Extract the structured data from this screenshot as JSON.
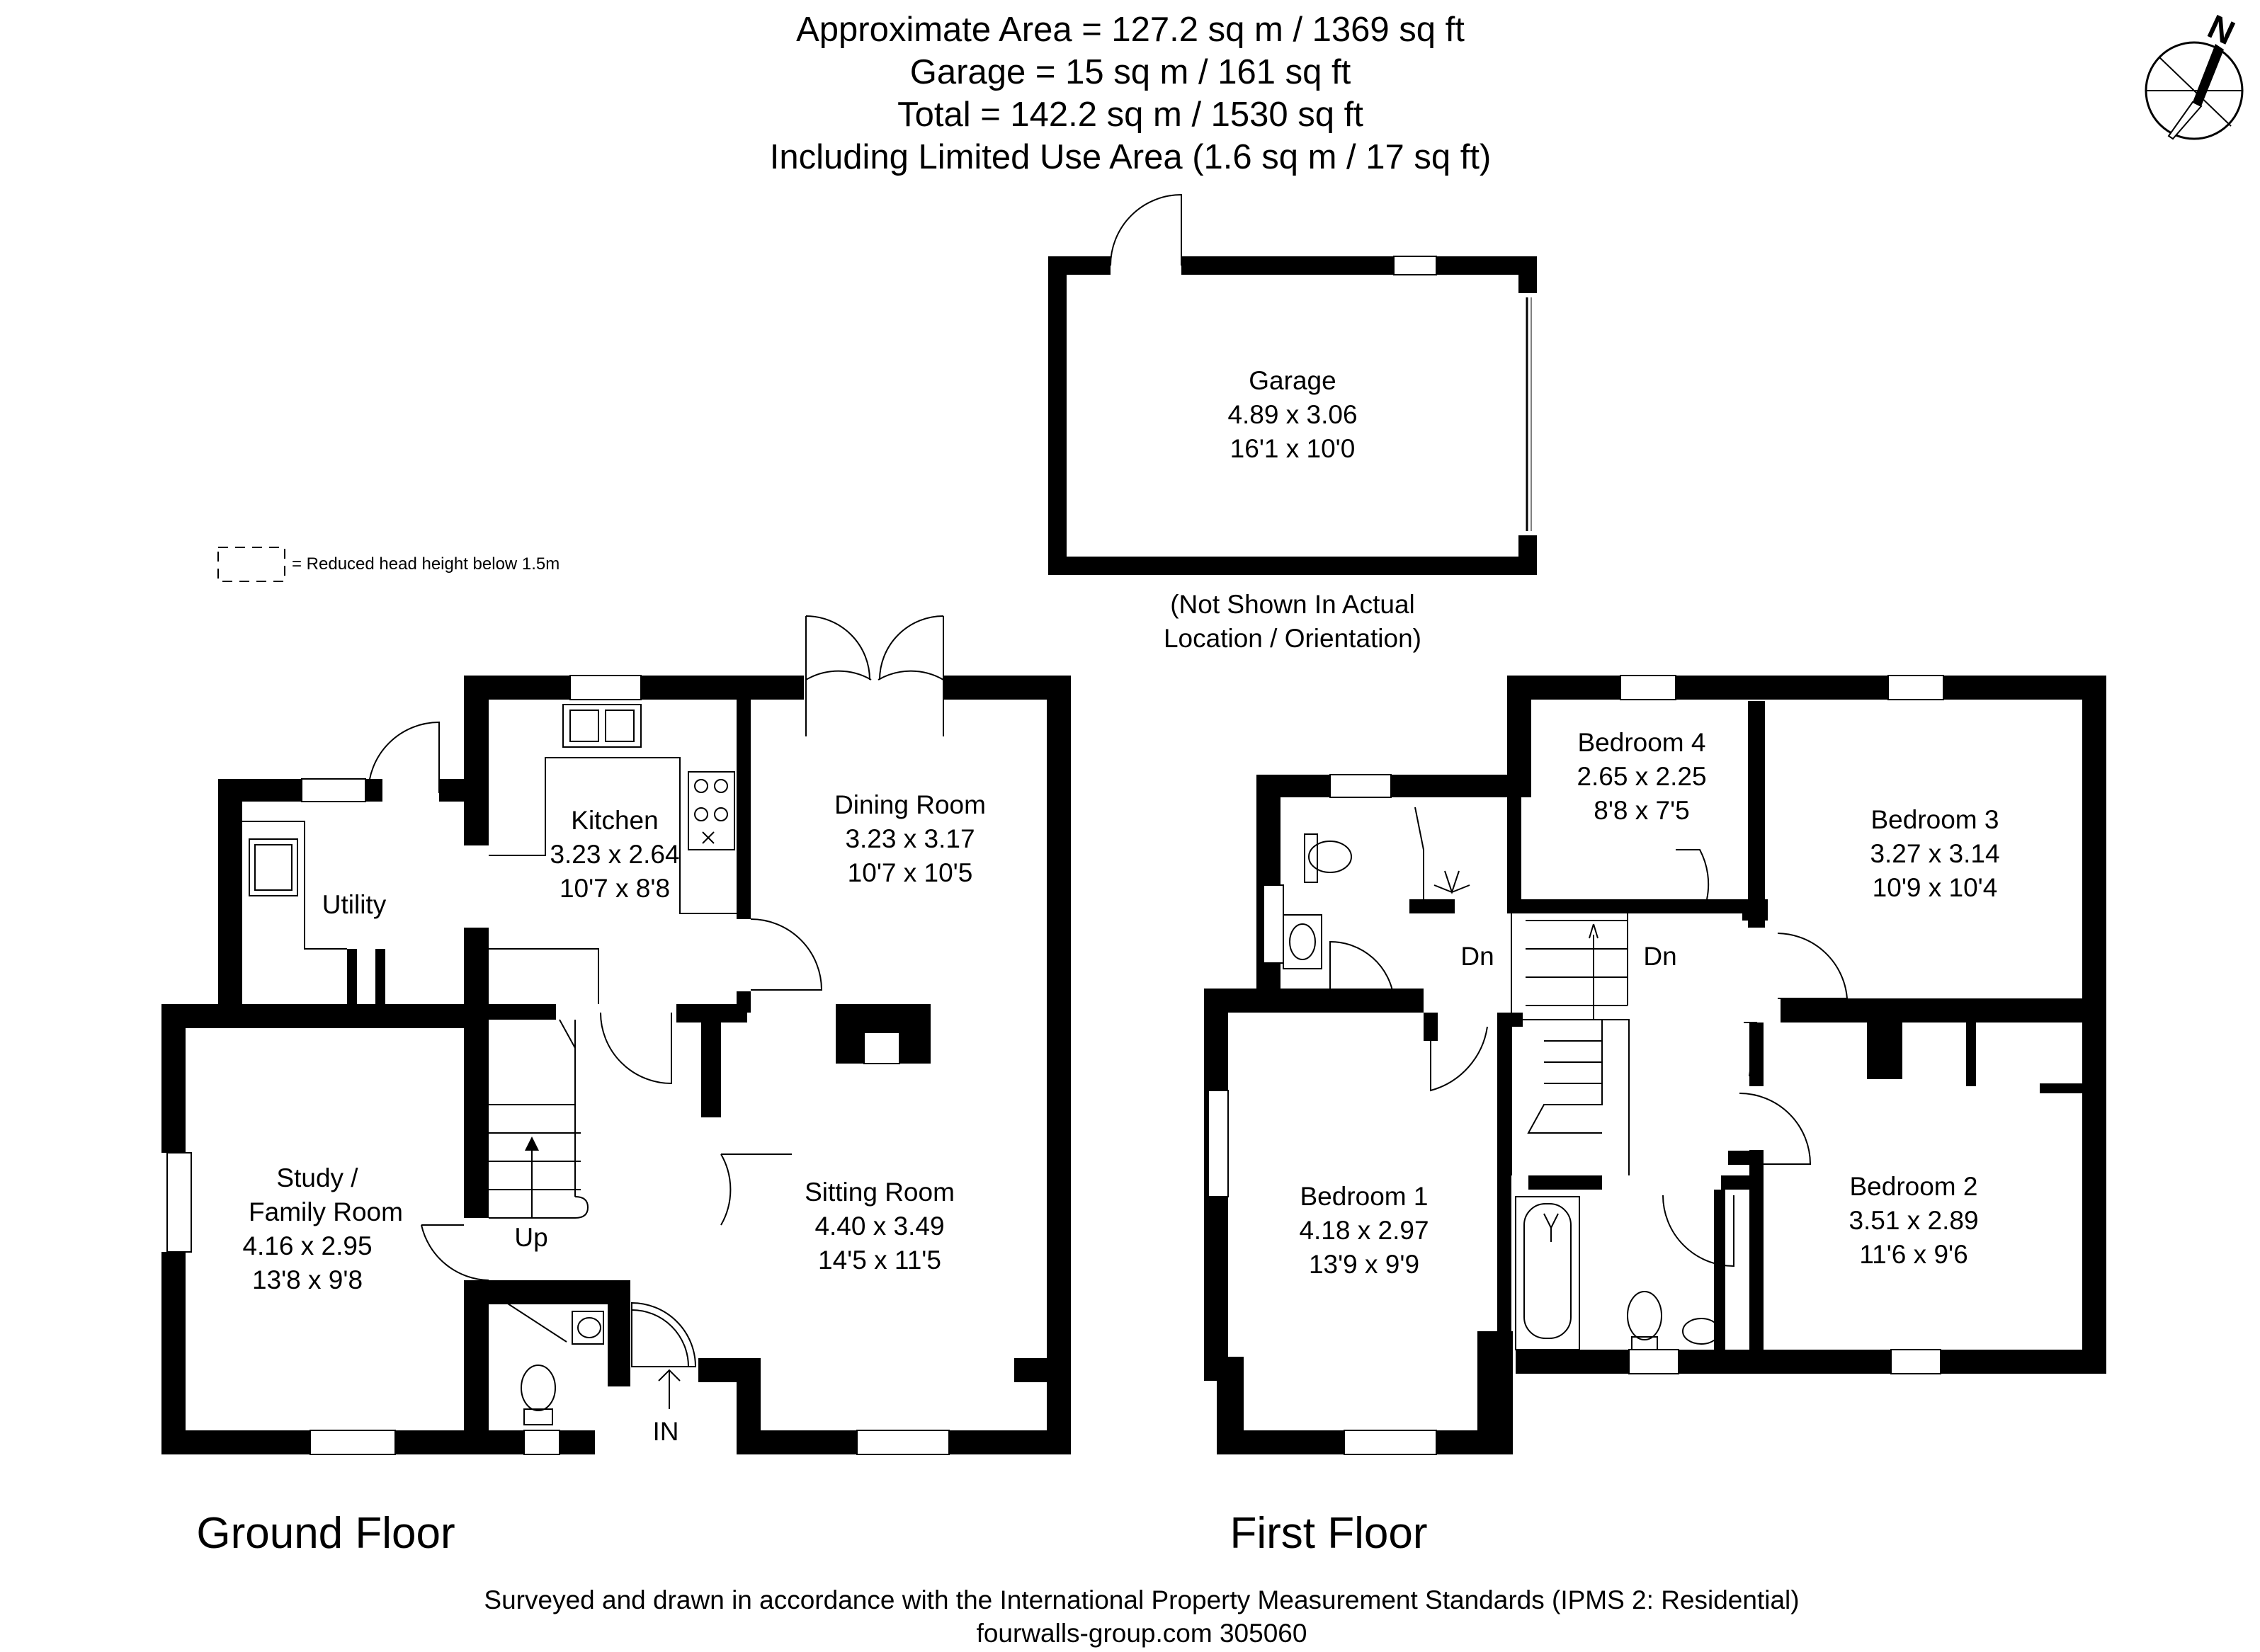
{
  "header": {
    "area_line": "Approximate Area = 127.2 sq m / 1369 sq ft",
    "garage_line": "Garage = 15 sq m / 161 sq ft",
    "total_line": "Total = 142.2 sq m / 1530 sq ft",
    "limited_line": "Including Limited Use Area (1.6 sq m / 17 sq ft)"
  },
  "compass": {
    "label": "N"
  },
  "legend": {
    "text": "= Reduced head height below 1.5m"
  },
  "garage": {
    "name": "Garage",
    "metric": "4.89 x 3.06",
    "imperial": "16'1 x 10'0",
    "note_line1": "(Not Shown In Actual",
    "note_line2": "Location / Orientation)"
  },
  "ground_floor": {
    "title": "Ground Floor",
    "kitchen": {
      "name": "Kitchen",
      "metric": "3.23 x 2.64",
      "imperial": "10'7 x 8'8"
    },
    "dining": {
      "name": "Dining Room",
      "metric": "3.23 x 3.17",
      "imperial": "10'7 x 10'5"
    },
    "utility": {
      "name": "Utility"
    },
    "study": {
      "name_line1": "Study /",
      "name_line2": "Family Room",
      "metric": "4.16 x 2.95",
      "imperial": "13'8 x 9'8"
    },
    "sitting": {
      "name": "Sitting Room",
      "metric": "4.40 x 3.49",
      "imperial": "14'5 x 11'5"
    },
    "stairs_label": "Up",
    "entrance_label": "IN"
  },
  "first_floor": {
    "title": "First Floor",
    "bedroom4": {
      "name": "Bedroom 4",
      "metric": "2.65 x 2.25",
      "imperial": "8'8 x 7'5"
    },
    "bedroom3": {
      "name": "Bedroom 3",
      "metric": "3.27 x 3.14",
      "imperial": "10'9 x 10'4"
    },
    "bedroom1": {
      "name": "Bedroom 1",
      "metric": "4.18 x 2.97",
      "imperial": "13'9 x 9'9"
    },
    "bedroom2": {
      "name": "Bedroom 2",
      "metric": "3.51 x 2.89",
      "imperial": "11'6 x 9'6"
    },
    "stairs_down_left": "Dn",
    "stairs_down_right": "Dn"
  },
  "footer": {
    "line1": "Surveyed and drawn in accordance with the International Property Measurement Standards (IPMS 2: Residential)",
    "line2": "fourwalls-group.com 305060"
  }
}
